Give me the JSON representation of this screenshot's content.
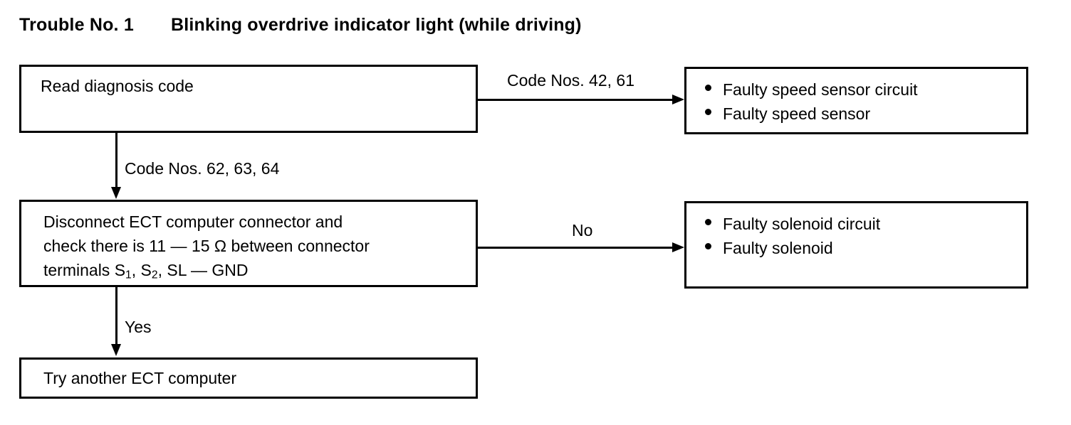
{
  "header": {
    "trouble_label": "Trouble No. 1",
    "trouble_title": "Blinking overdrive indicator light (while driving)"
  },
  "nodes": {
    "read_code": {
      "text": "Read diagnosis code"
    },
    "speed_sensor_result": {
      "items": [
        "Faulty speed sensor circuit",
        "Faulty speed sensor"
      ]
    },
    "check_resistance": {
      "line1": "Disconnect ECT computer connector and",
      "line2_pre": "check there is 11 — 15 ",
      "line2_ohm": "Ω",
      "line2_post": " between connector",
      "line3_pre": "terminals S",
      "line3_sub1": "1",
      "line3_mid": ", S",
      "line3_sub2": "2",
      "line3_post": ", SL — GND"
    },
    "solenoid_result": {
      "items": [
        "Faulty solenoid circuit",
        "Faulty solenoid"
      ]
    },
    "try_computer": {
      "text": "Try another ECT computer"
    }
  },
  "edges": {
    "codes_42_61": "Code Nos. 42, 61",
    "codes_62_63_64": "Code Nos. 62, 63, 64",
    "no": "No",
    "yes": "Yes"
  },
  "colors": {
    "ink": "#000000",
    "paper": "#ffffff"
  }
}
